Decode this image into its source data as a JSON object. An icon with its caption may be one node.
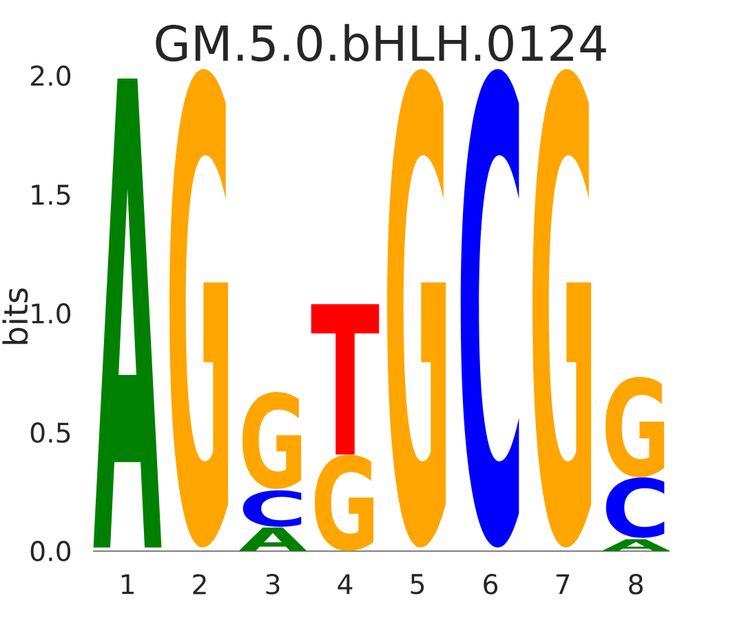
{
  "diagram": {
    "title": "GM.5.0.bHLH.0124",
    "labels": [
      "2.0",
      "1.5",
      "bits",
      "1.0",
      "0.5",
      "0.0",
      "A",
      "G",
      "G",
      "C",
      "A",
      "T",
      "G",
      "G",
      "C",
      "G",
      "G",
      "C",
      "A",
      "1",
      "2",
      "3",
      "4",
      "5",
      "6",
      "7",
      "8"
    ]
  }
}
